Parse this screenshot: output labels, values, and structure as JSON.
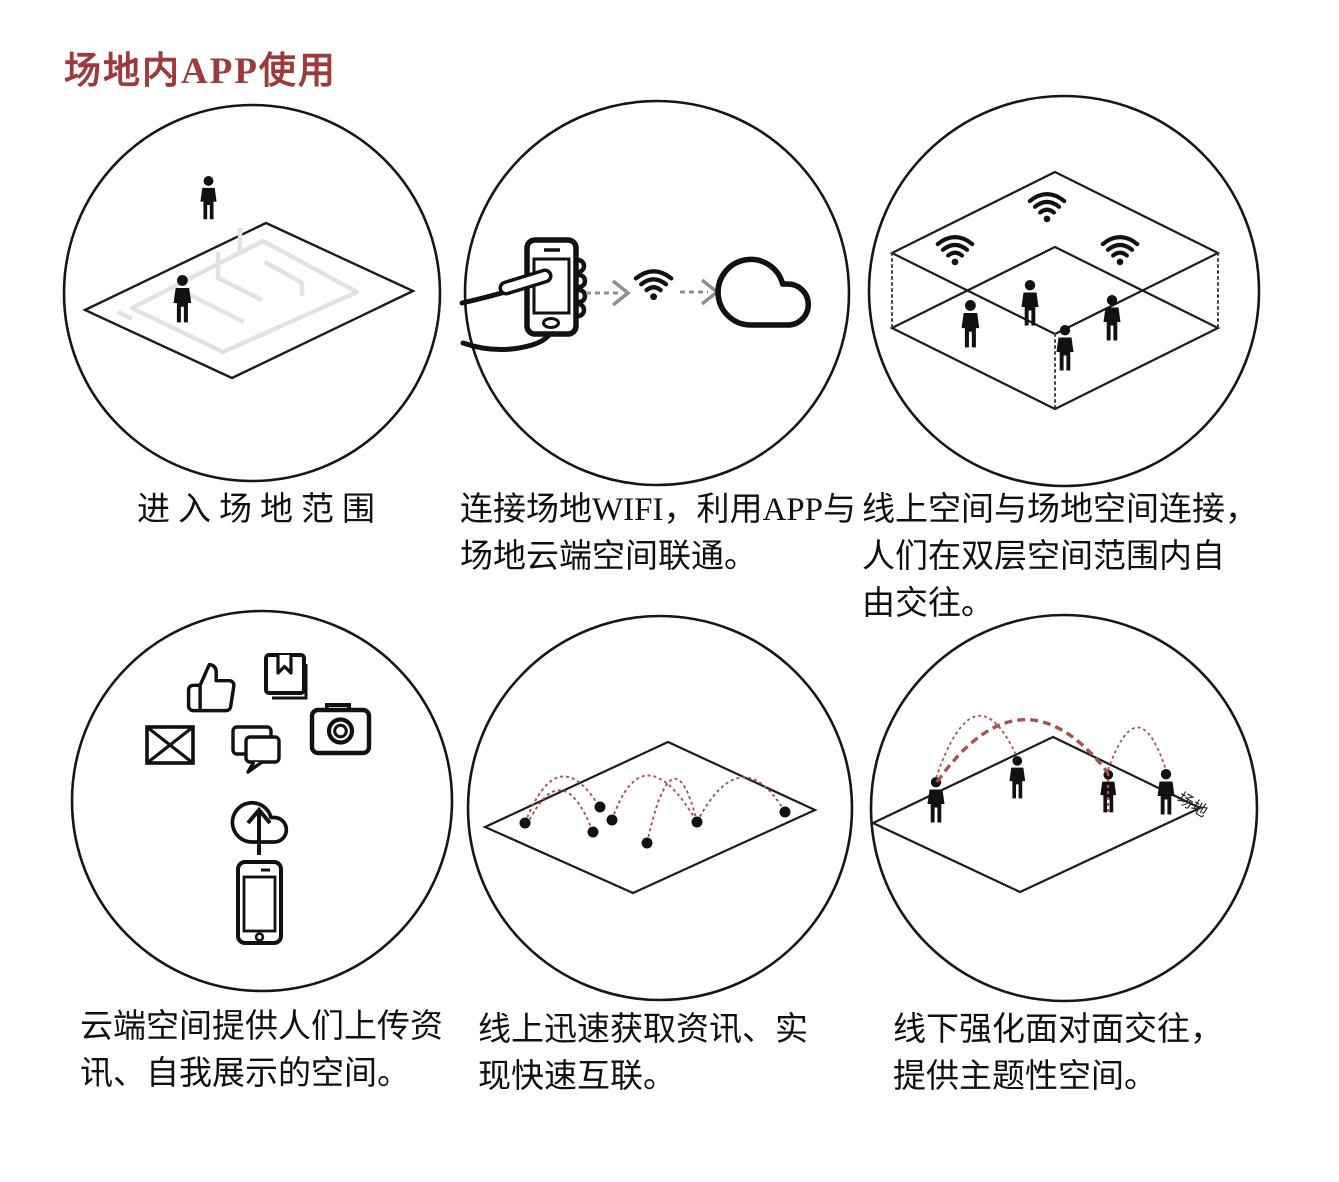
{
  "title": "场地内APP使用",
  "colors": {
    "title_red": "#9e3a3a",
    "arc_red": "#a85252",
    "ink": "#161616",
    "map_gray": "#e2e2e2",
    "arrow_gray": "#8f8f8f"
  },
  "labels": {
    "venue": "场地"
  },
  "panels": [
    {
      "id": "enter-venue",
      "icons": [
        "person-icon",
        "person-icon",
        "venue-map-plane"
      ],
      "caption_lines": [
        "进入场地范围"
      ]
    },
    {
      "id": "connect-wifi",
      "icons": [
        "hand-holding-phone-icon",
        "dashed-arrow-icon",
        "wifi-icon",
        "dashed-arrow-icon",
        "cloud-icon"
      ],
      "caption_lines": [
        "连接场地WIFI，利用APP与",
        "场地云端空间联通。"
      ]
    },
    {
      "id": "double-layer-space",
      "icons": [
        "wifi-icon",
        "wifi-icon",
        "wifi-icon",
        "person-icon",
        "person-icon",
        "person-icon",
        "person-icon"
      ],
      "caption_lines": [
        "线上空间与场地空间连接，",
        "人们在双层空间范围内自",
        "由交往。"
      ]
    },
    {
      "id": "cloud-upload-space",
      "icons": [
        "thumbs-up-icon",
        "book-icon",
        "envelope-icon",
        "chat-icon",
        "camera-icon",
        "cloud-upload-icon",
        "smartphone-icon"
      ],
      "caption_lines": [
        "云端空间提供人们上传资",
        "讯、自我展示的空间。"
      ]
    },
    {
      "id": "online-quick-connect",
      "icons": [
        "dot-node",
        "arc-link"
      ],
      "caption_lines": [
        "线上迅速获取资讯、实",
        "现快速互联。"
      ]
    },
    {
      "id": "offline-face-to-face",
      "icons": [
        "person-icon",
        "person-icon",
        "person-icon",
        "person-icon",
        "arc-link",
        "venue-label"
      ],
      "caption_lines": [
        "线下强化面对面交往，",
        "提供主题性空间。"
      ]
    }
  ]
}
